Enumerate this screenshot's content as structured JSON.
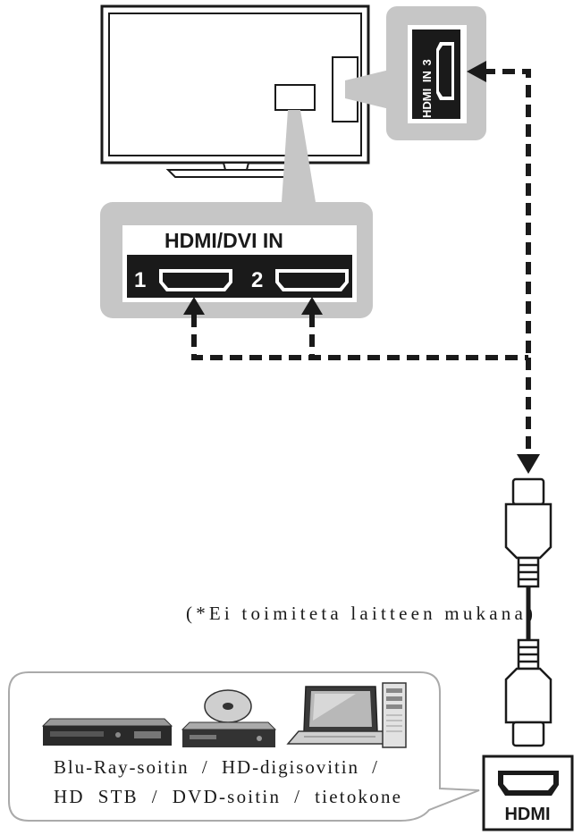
{
  "tv_panel": {
    "title_hdmi": "HDMI",
    "title_rest": "/DVI IN",
    "port1_label": "1",
    "port2_label": "2"
  },
  "side_panel": {
    "label_hdmi": "HDMI",
    "label_in": "IN",
    "label_num": "3"
  },
  "cable_note": "(*Ei toimiteta laitteen mukana)",
  "devices": {
    "line1": "Blu-Ray-soitin  /  HD-digisovitin  /",
    "line2": "HD  STB  /  DVD-soitin  /  tietokone"
  },
  "hdmi_box_label": "HDMI",
  "colors": {
    "outline": "#1a1a1a",
    "panel_gray": "#c6c6c6",
    "cable_dark": "#222222"
  }
}
